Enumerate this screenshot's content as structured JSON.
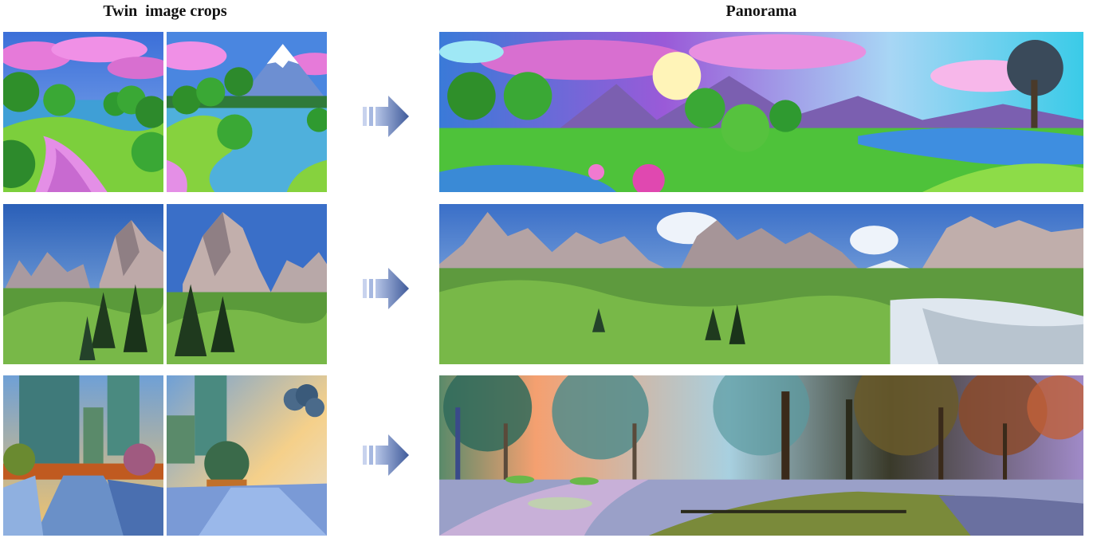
{
  "headers": {
    "left": "Twin  image crops",
    "right": "Panorama"
  },
  "rows": [
    {
      "id": "cartoon-landscape",
      "crops": [
        "cartoon-crop-left",
        "cartoon-crop-right"
      ],
      "panorama": "cartoon-panorama"
    },
    {
      "id": "dolomites",
      "crops": [
        "mountain-crop-left",
        "mountain-crop-right"
      ],
      "panorama": "mountain-panorama"
    },
    {
      "id": "city-park",
      "crops": [
        "park-crop-left",
        "park-crop-right"
      ],
      "panorama": "park-panorama"
    }
  ],
  "icons": {
    "arrow": "right-arrow-icon"
  },
  "colors": {
    "arrow": "#3f5a9a",
    "divider": "#ffffff"
  }
}
